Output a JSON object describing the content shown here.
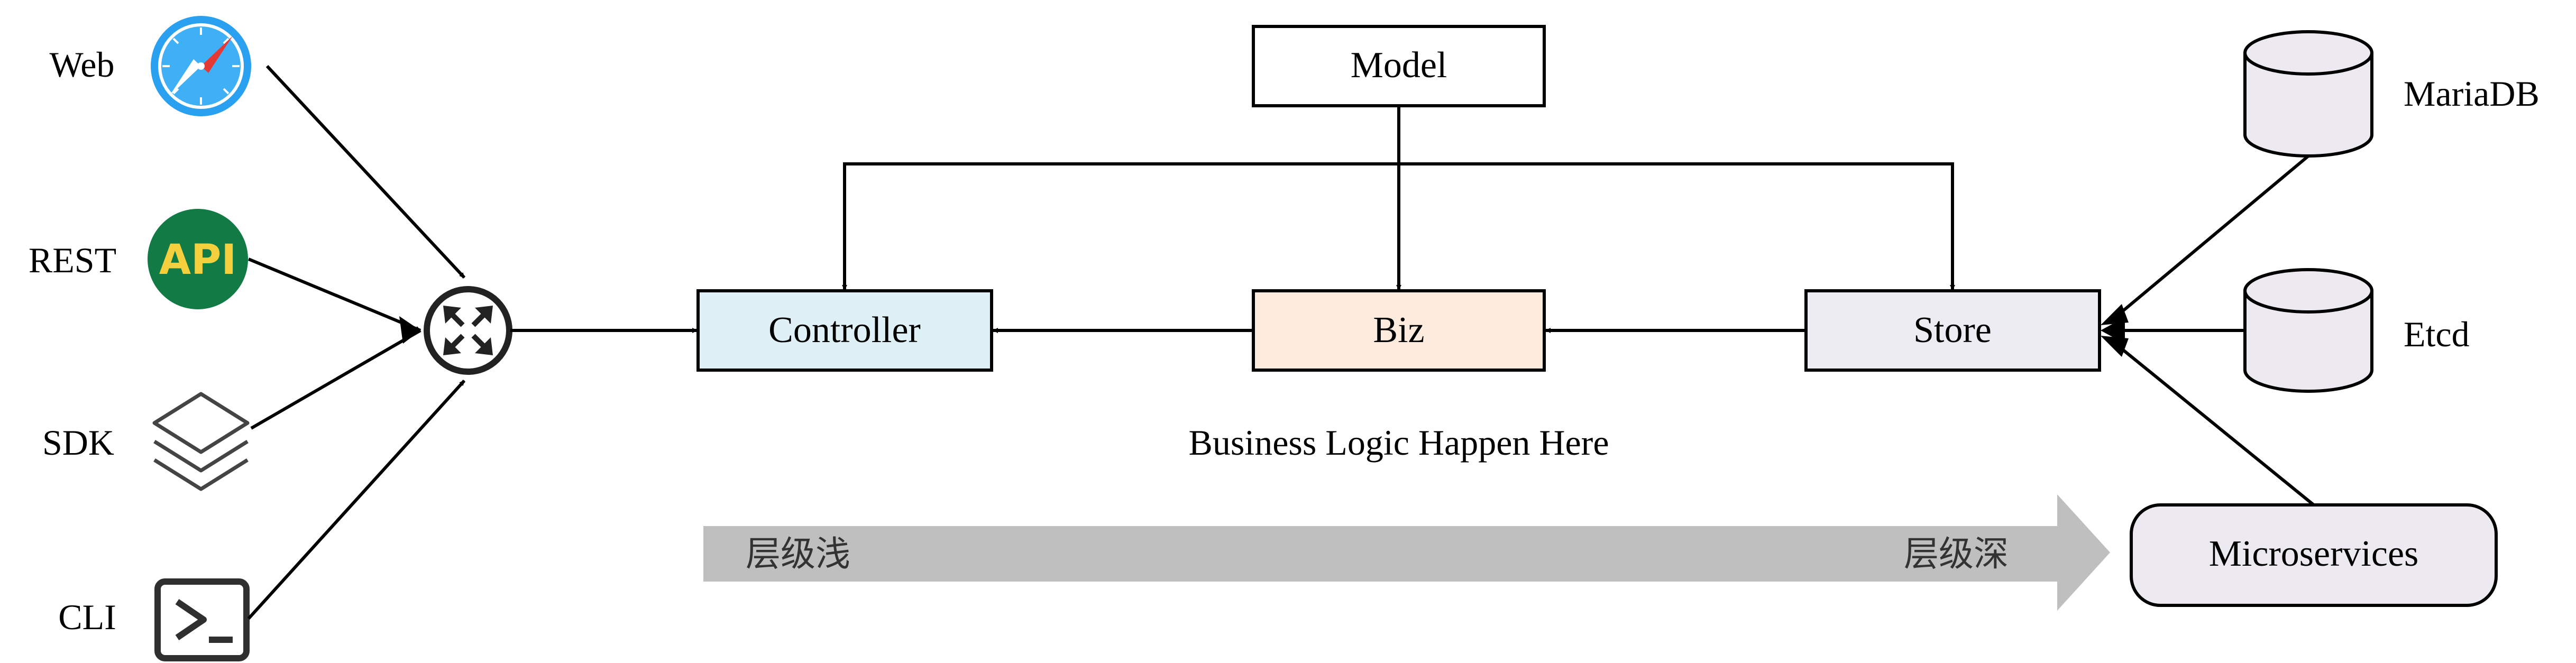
{
  "clients": {
    "web": {
      "label": "Web",
      "icon": "compass-icon",
      "color": "#2196f3"
    },
    "rest": {
      "label": "REST",
      "icon": "api-badge-icon",
      "badge_text": "API",
      "badge_color": "#117a45",
      "badge_text_color": "#f4d03f"
    },
    "sdk": {
      "label": "SDK",
      "icon": "layers-icon"
    },
    "cli": {
      "label": "CLI",
      "icon": "terminal-icon"
    }
  },
  "router": {
    "icon": "router-icon"
  },
  "layers": {
    "model": {
      "label": "Model",
      "fill": "#ffffff"
    },
    "controller": {
      "label": "Controller",
      "fill": "#dff0f6"
    },
    "biz": {
      "label": "Biz",
      "fill": "#fdecdd"
    },
    "store": {
      "label": "Store",
      "fill": "#edecf2"
    }
  },
  "caption": "Business Logic Happen Here",
  "depth_arrow": {
    "left_label": "层级浅",
    "right_label": "层级深",
    "color": "#bfbfbf"
  },
  "backends": {
    "mariadb": {
      "label": "MariaDB",
      "fill": "#eceaf0"
    },
    "etcd": {
      "label": "Etcd",
      "fill": "#eceaf0"
    },
    "microservices": {
      "label": "Microservices",
      "fill": "#eceaf0"
    }
  }
}
